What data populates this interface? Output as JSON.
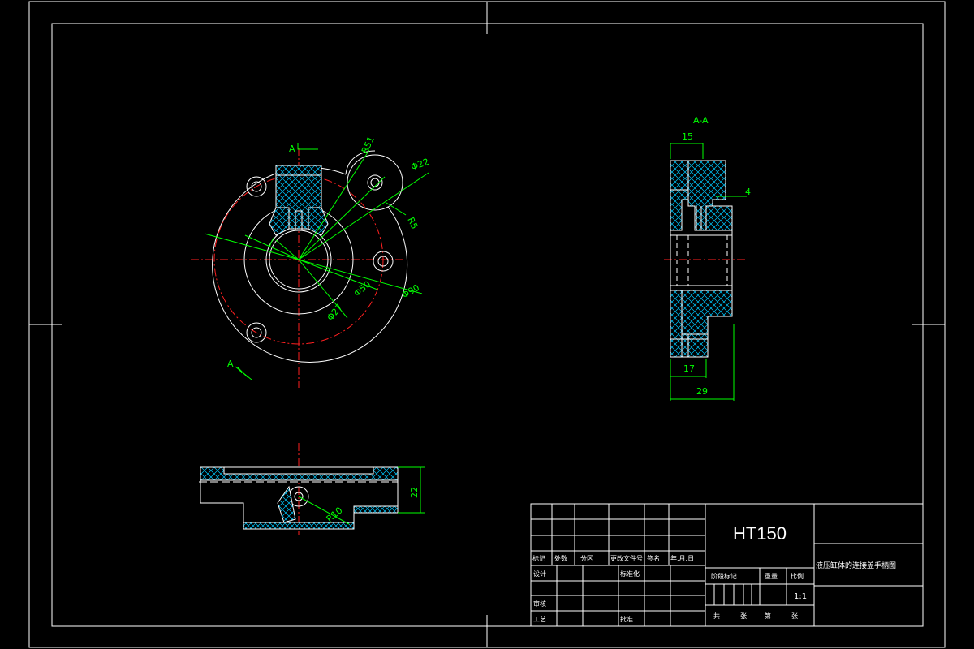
{
  "view_section": {
    "section_label": "A-A",
    "cut_mark": "A"
  },
  "dimensions": {
    "r51": "R51",
    "d22": "Φ22",
    "r5": "R5",
    "d50": "Φ50",
    "d90": "Φ90",
    "d27": "Φ27",
    "w15": "15",
    "w4": "4",
    "w17": "17",
    "w29": "29",
    "h22": "22",
    "r10": "R10"
  },
  "title_block": {
    "material": "HT150",
    "part_name": "液压缸体的连接盖手柄图",
    "scale": "1:1",
    "row_labels": {
      "mark": "标记",
      "count": "处数",
      "zone": "分区",
      "change_doc": "更改文件号",
      "signature": "签名",
      "date": "年.月.日",
      "designer": "设计",
      "standardize": "标准化",
      "review": "审核",
      "process": "工艺",
      "approve": "批准",
      "stage_mark": "阶段标记",
      "weight": "重量",
      "ratio": "比例",
      "total": "共",
      "sheet": "张",
      "of": "第",
      "sheet2": "张"
    }
  }
}
